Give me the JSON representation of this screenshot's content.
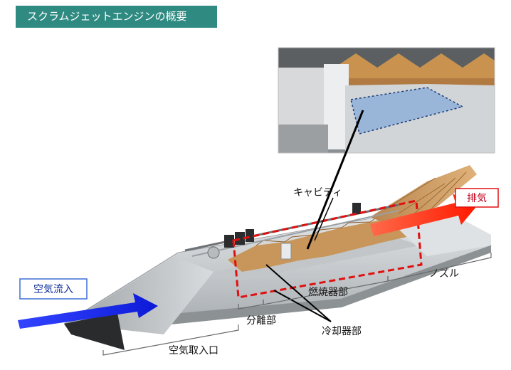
{
  "title": "スクラムジェットエンジンの概要",
  "labels": {
    "cavity": "キャビティ",
    "exhaust": "排気",
    "nozzle": "ノズル",
    "air_inflow": "空気流入",
    "combustor": "燃焼器部",
    "isolator": "分離部",
    "cooler": "冷却器部",
    "air_intake": "空気取入口"
  },
  "colors": {
    "title_bg": "#2f8b82",
    "air_arrow": "#1a2cff",
    "exhaust_arrow": "#ff2a1a",
    "highlight_box": "#e01010",
    "air_label_border": "#3d6fd6",
    "exhaust_label_border": "#e01010",
    "engine_body": "#cfd3d6",
    "liner_copper": "#c8955a"
  }
}
